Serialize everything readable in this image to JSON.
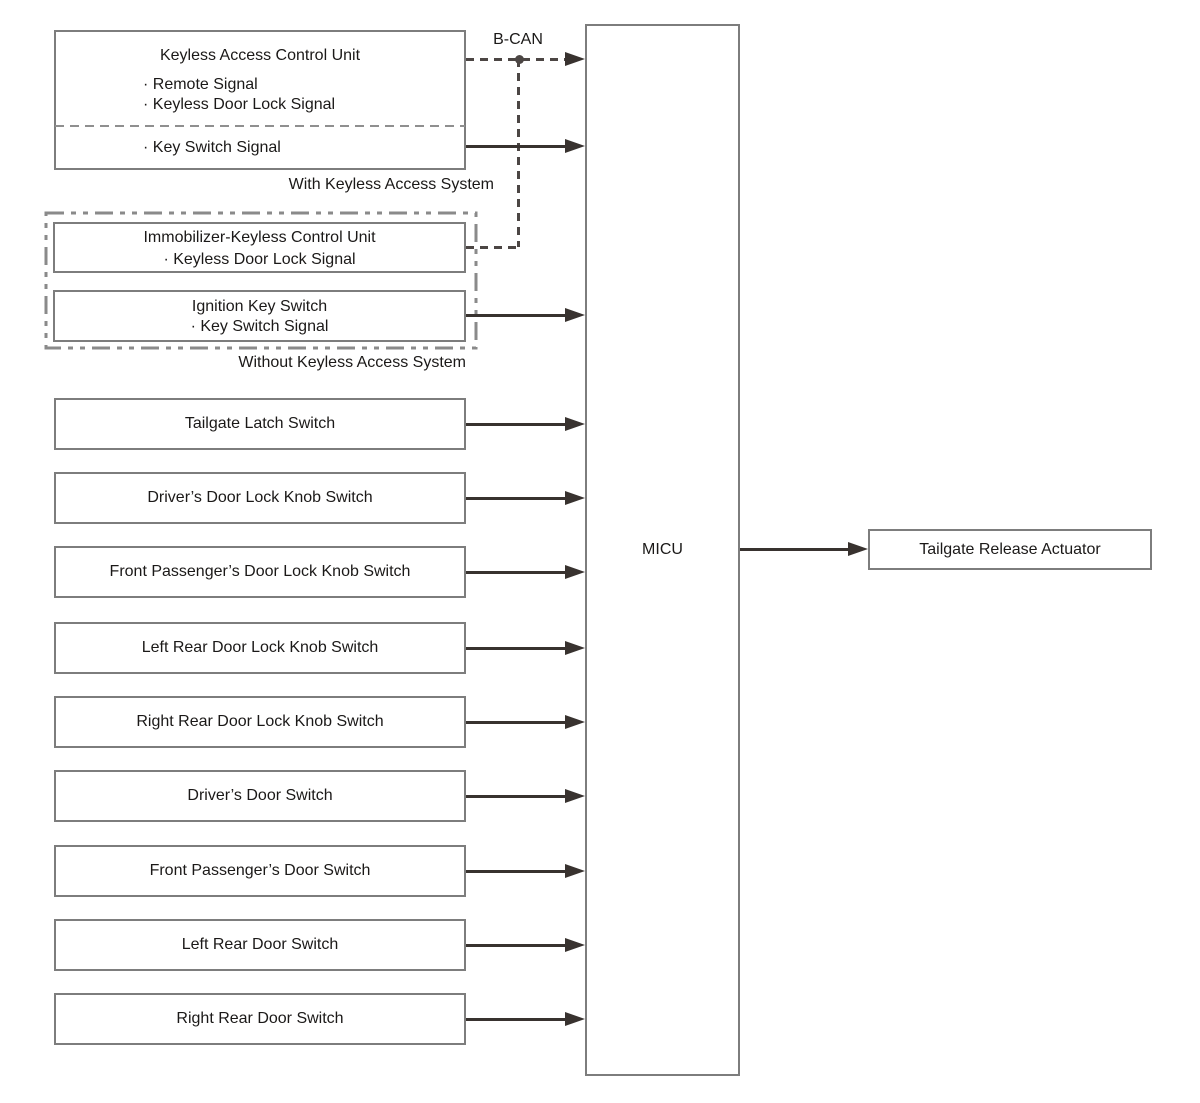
{
  "bus_label": "B-CAN",
  "keyless_unit": {
    "title": "Keyless Access Control Unit",
    "signals": [
      "· Remote Signal",
      "· Keyless Door Lock Signal"
    ],
    "divider_signal": "· Key Switch Signal",
    "caption": "With Keyless Access System"
  },
  "non_keyless_group": {
    "boxes": [
      {
        "title": "Immobilizer-Keyless Control Unit",
        "signal": "· Keyless Door Lock Signal"
      },
      {
        "title": "Ignition Key Switch",
        "signal": "· Key Switch Signal"
      }
    ],
    "caption": "Without Keyless Access System"
  },
  "switch_boxes": [
    "Tailgate Latch Switch",
    "Driver’s Door Lock Knob Switch",
    "Front Passenger’s Door Lock Knob Switch",
    "Left Rear Door Lock Knob Switch",
    "Right Rear Door Lock Knob Switch",
    "Driver’s Door Switch",
    "Front Passenger’s Door Switch",
    "Left Rear Door Switch",
    "Right Rear Door Switch"
  ],
  "micu": {
    "label": "MICU"
  },
  "output": {
    "label": "Tailgate Release Actuator"
  },
  "colors": {
    "line": "#38322f",
    "box_border": "#7d7d7d",
    "group_border": "#8a8a8a",
    "dashed_line": "#4c4644",
    "divider_dash": "#8f8f8f",
    "text": "#1b1918",
    "background": "#ffffff"
  }
}
